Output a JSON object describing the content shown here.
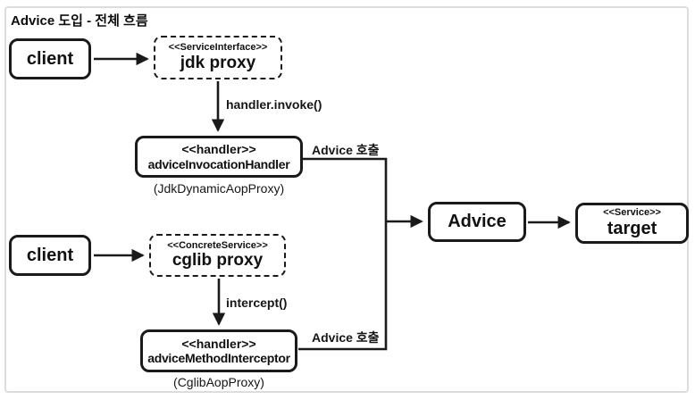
{
  "diagram": {
    "title": "Advice 도입 - 전체 흐름",
    "nodes": {
      "client_top": {
        "label": "client"
      },
      "jdk_proxy": {
        "stereotype": "<<ServiceInterface>>",
        "label": "jdk proxy"
      },
      "advice_invocation_handler": {
        "stereotype": "<<handler>>",
        "label": "adviceInvocationHandler",
        "caption": "(JdkDynamicAopProxy)"
      },
      "client_bottom": {
        "label": "client"
      },
      "cglib_proxy": {
        "stereotype": "<<ConcreteService>>",
        "label": "cglib proxy"
      },
      "advice_method_interceptor": {
        "stereotype": "<<handler>>",
        "label": "adviceMethodInterceptor",
        "caption": "(CglibAopProxy)"
      },
      "advice": {
        "label": "Advice"
      },
      "target": {
        "stereotype": "<<Service>>",
        "label": "target"
      }
    },
    "edge_labels": {
      "handler_invoke": "handler.invoke()",
      "advice_call_top": "Advice 호출",
      "advice_call_bottom": "Advice 호출",
      "intercept": "intercept()"
    },
    "colors": {
      "line": "#1a1a1a",
      "frame_border": "#dcdcdc",
      "background": "#ffffff"
    }
  }
}
